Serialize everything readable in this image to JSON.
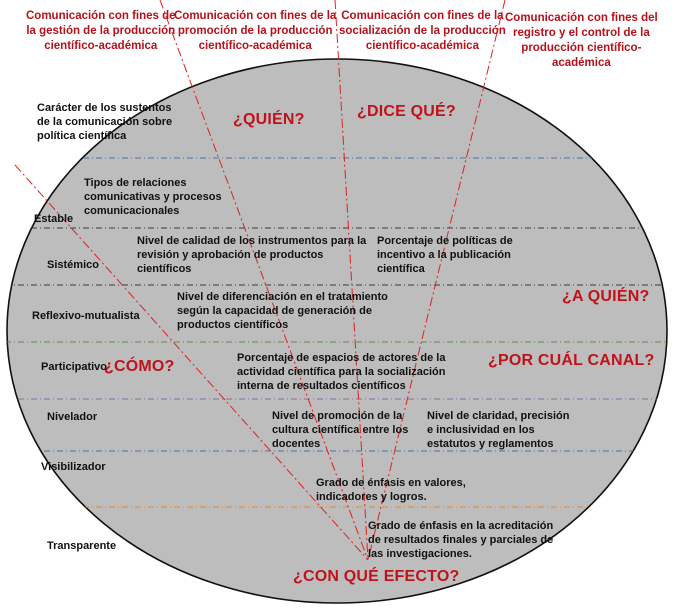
{
  "headers": [
    {
      "lines": [
        "Comunicación con fines de",
        "la gestión de la producción",
        "científico-académica"
      ]
    },
    {
      "lines": [
        "Comunicación con fines de la",
        "promoción de la producción",
        "científico-académica"
      ]
    },
    {
      "lines": [
        "Comunicación con fines de la",
        "socialización de la producción",
        "científico-académica"
      ]
    },
    {
      "lines": [
        "Comunicación con fines del",
        "registro y el control de la",
        "producción científico-",
        "académica"
      ]
    }
  ],
  "questions": {
    "quien": "¿QUIÉN?",
    "dice_que": "¿DICE QUÉ?",
    "a_quien": "¿A QUIÉN?",
    "como": "¿CÓMO?",
    "por_cual_canal": "¿POR CUÁL CANAL?",
    "con_que_efecto": "¿CON QUÉ EFECTO?"
  },
  "levels": [
    "Estable",
    "Sistémico",
    "Reflexivo-mutualista",
    "Participativo",
    "Nivelador",
    "Visibilizador",
    "Transparente"
  ],
  "indicators": {
    "caracter": [
      "Carácter de los sustentos",
      "de la comunicación sobre",
      "política científica"
    ],
    "tipos": [
      "Tipos de relaciones",
      "comunicativas y procesos",
      "comunicacionales"
    ],
    "calidad": [
      "Nivel de calidad de los instrumentos para la",
      "revisión y aprobación de productos",
      "científicos"
    ],
    "politicas": [
      "Porcentaje de políticas de",
      "incentivo a la publicación",
      "científica"
    ],
    "diferenciacion": [
      "Nivel de diferenciación en el tratamiento",
      "según la capacidad de generación de",
      "productos científicos"
    ],
    "espacios": [
      "Porcentaje de espacios de actores de la",
      "actividad científica para la socialización",
      "interna de resultados científicos"
    ],
    "promocion": [
      "Nivel de promoción de la",
      "cultura científica entre los",
      "docentes"
    ],
    "claridad": [
      "Nivel de claridad, precisión",
      "e inclusividad en los",
      "estatutos y reglamentos"
    ],
    "enfasis_valores": [
      "Grado de énfasis en  valores,",
      "indicadores y logros."
    ],
    "enfasis_acreditacion": [
      "Grado de énfasis en la acreditación",
      "de resultados finales y parciales de",
      "las investigaciones."
    ]
  },
  "colors": {
    "ellipse_fill": "#bdbdbd",
    "ellipse_stroke": "#111111",
    "header_red": "#b5121b",
    "question_red": "#c0121b",
    "ray_red": "#e02020"
  }
}
